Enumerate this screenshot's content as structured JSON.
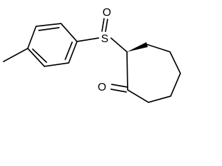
{
  "molecule": {
    "atoms": {
      "sulfur": "S",
      "sulfinyl_oxygen": "O",
      "ketone_oxygen": "O"
    },
    "stereo_bond": "wedge",
    "line_color": "#000000",
    "background_color": "#ffffff"
  }
}
